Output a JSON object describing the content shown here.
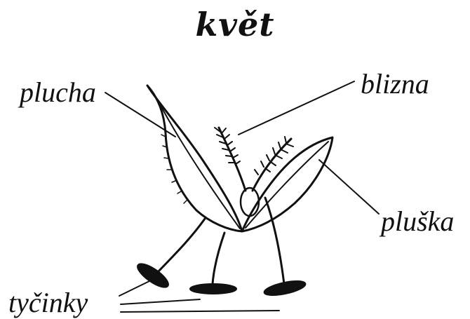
{
  "title": "květ",
  "labels": {
    "plucha": "plucha",
    "blizna": "blizna",
    "pluska": "pluška",
    "tycinky": "tyčinky"
  }
}
